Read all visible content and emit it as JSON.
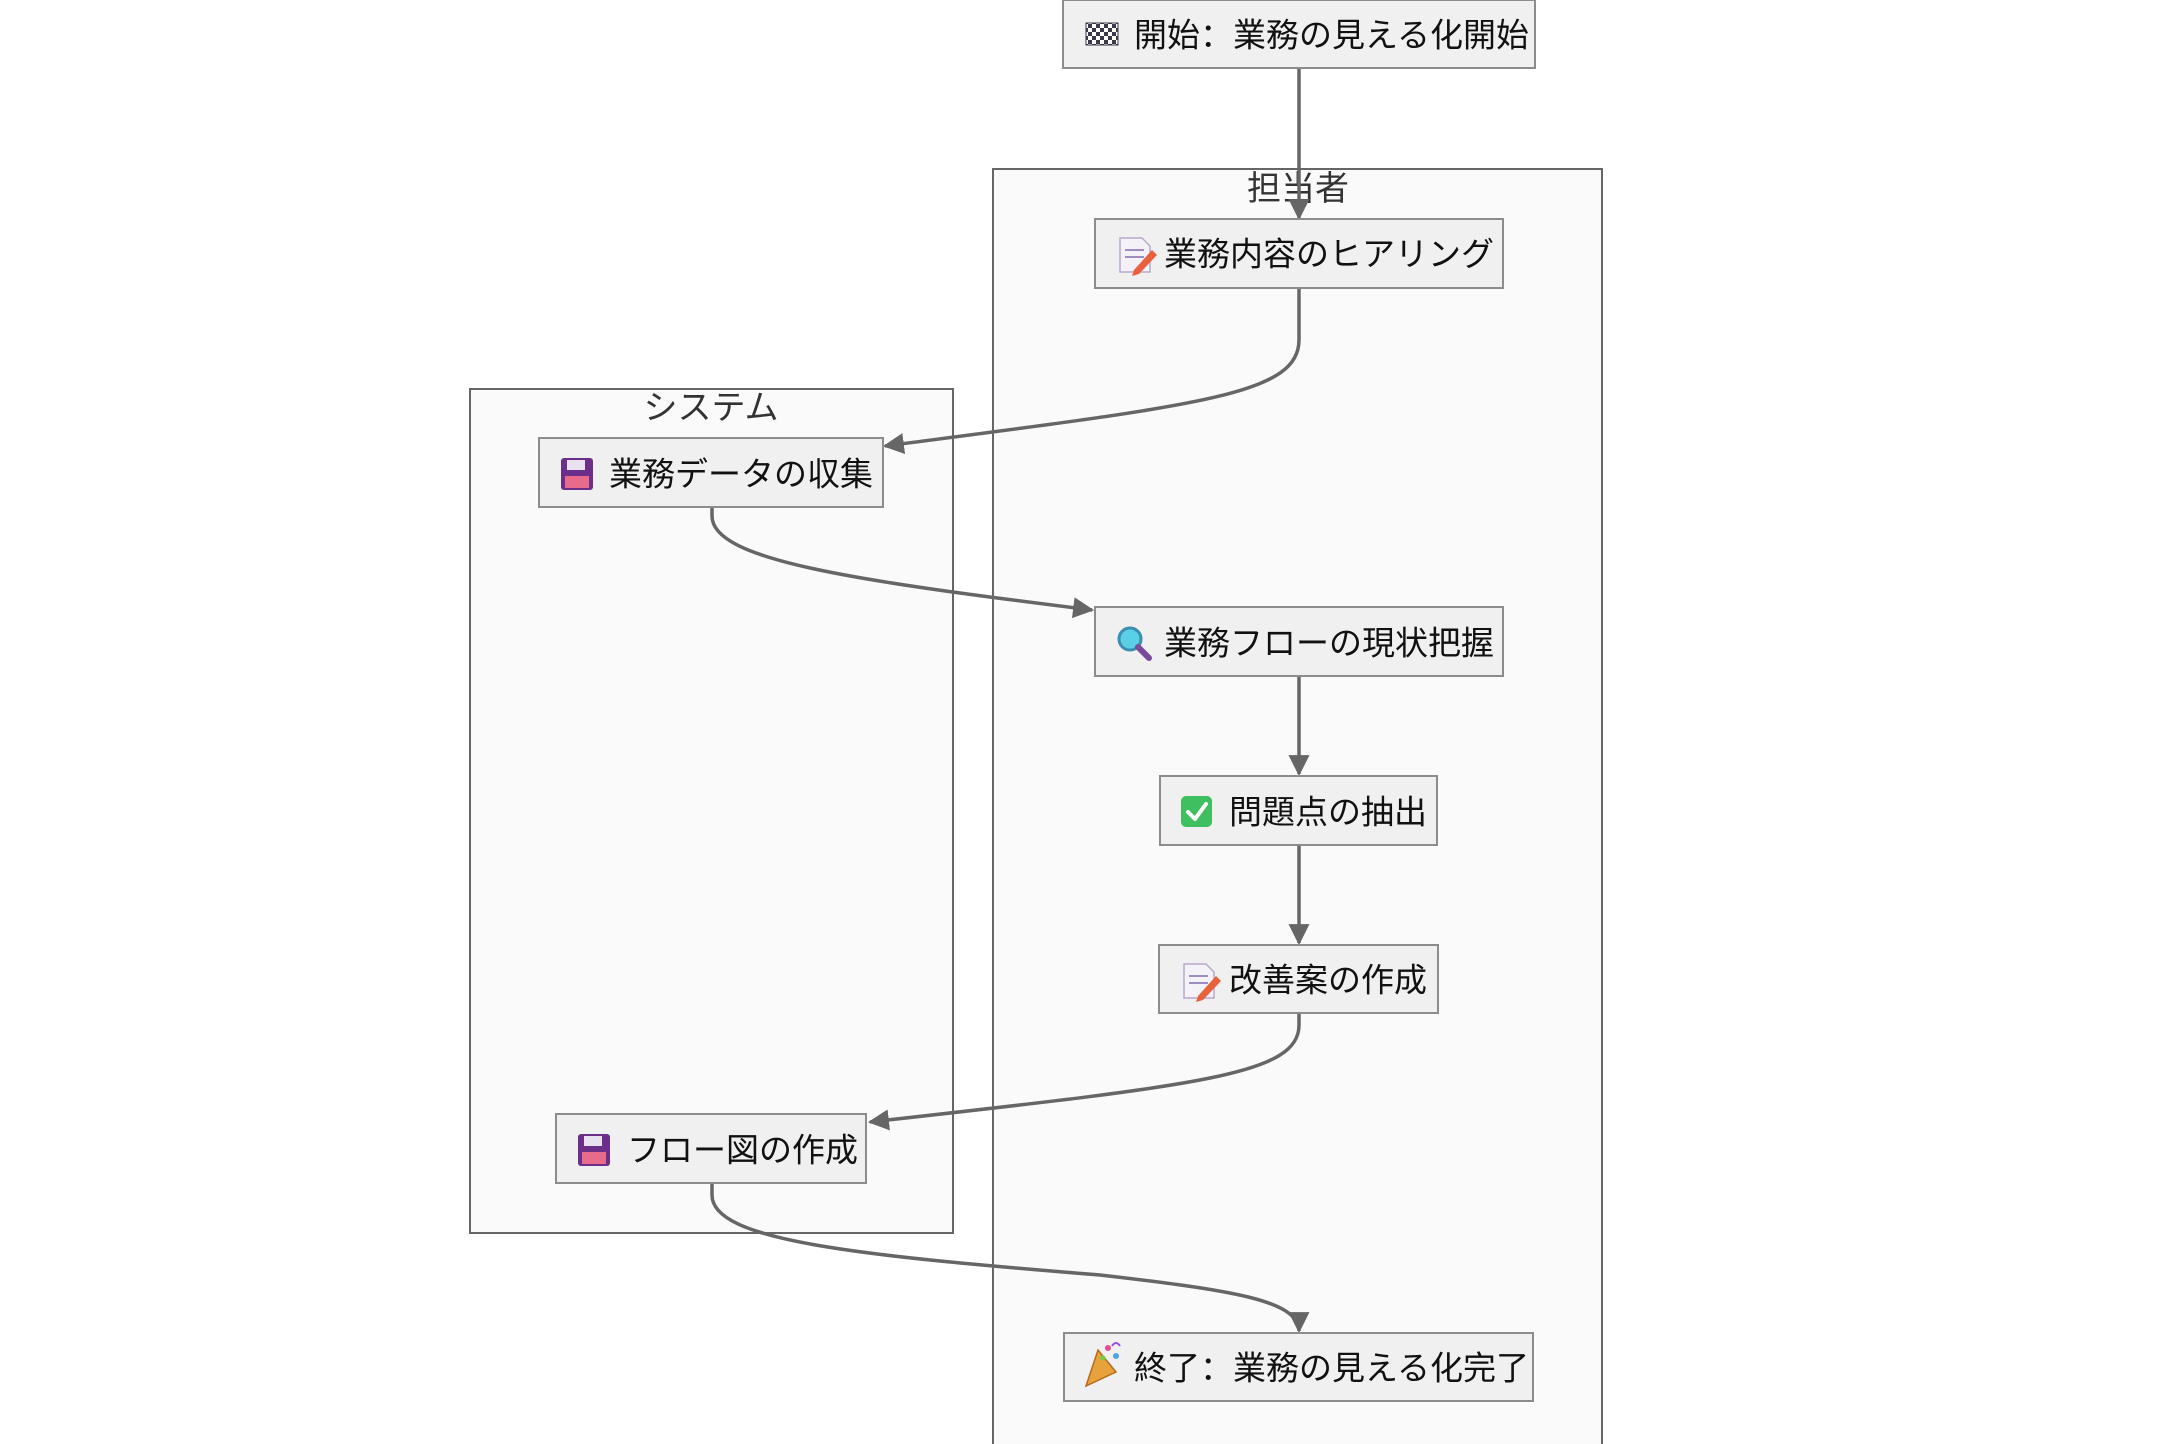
{
  "lanes": {
    "tantou": {
      "title": "担当者"
    },
    "system": {
      "title": "システム"
    }
  },
  "nodes": {
    "start": {
      "label": "開始：業務の見える化開始",
      "icon": "checkered-flag-icon"
    },
    "hearing": {
      "label": "業務内容のヒアリング",
      "icon": "memo-icon"
    },
    "collect": {
      "label": "業務データの収集",
      "icon": "floppy-disk-icon"
    },
    "grasp": {
      "label": "業務フローの現状把握",
      "icon": "magnifier-icon"
    },
    "extract": {
      "label": "問題点の抽出",
      "icon": "check-mark-icon"
    },
    "plan": {
      "label": "改善案の作成",
      "icon": "memo-icon"
    },
    "flowfig": {
      "label": "フロー図の作成",
      "icon": "floppy-disk-icon"
    },
    "end": {
      "label": "終了：業務の見える化完了",
      "icon": "party-popper-icon"
    }
  },
  "edges": [
    [
      "start",
      "hearing"
    ],
    [
      "hearing",
      "collect"
    ],
    [
      "collect",
      "grasp"
    ],
    [
      "grasp",
      "extract"
    ],
    [
      "extract",
      "plan"
    ],
    [
      "plan",
      "flowfig"
    ],
    [
      "flowfig",
      "end"
    ]
  ],
  "colors": {
    "stroke": "#666666",
    "node_fill": "#f0f0f0",
    "lane_fill": "#fafafa"
  }
}
